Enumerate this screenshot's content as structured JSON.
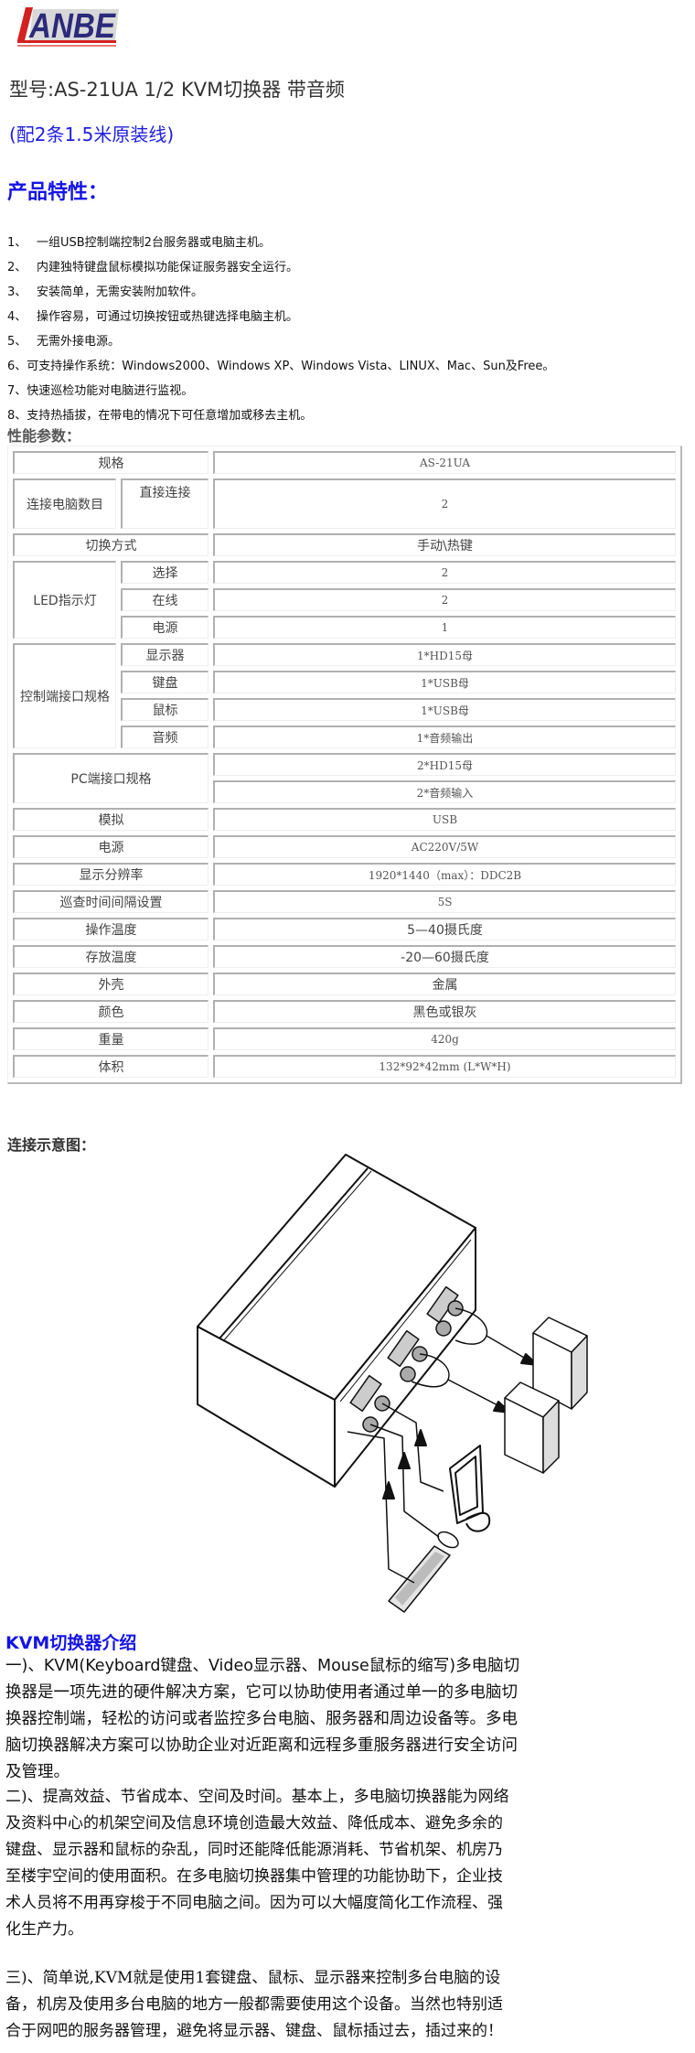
{
  "brand": {
    "logo_text": "ANBE",
    "logo_letter_l": "L",
    "colors": {
      "navy": "#2b2a7a",
      "red": "#d42020",
      "shadow": "#c8c8c8"
    }
  },
  "title": "型号:AS-21UA  1/2 KVM切换器 带音频",
  "subtitle": "(配2条1.5米原装线)",
  "features": {
    "heading": "产品特性：",
    "items": [
      {
        "num": "1、",
        "text": "一组USB控制端控制2台服务器或电脑主机。"
      },
      {
        "num": "2、",
        "text": "内建独特键盘鼠标模拟功能保证服务器安全运行。"
      },
      {
        "num": "3、",
        "text": "安装简单，无需安装附加软件。"
      },
      {
        "num": "4、",
        "text": "操作容易，可通过切换按钮或热键选择电脑主机。"
      },
      {
        "num": "5、",
        "text": "无需外接电源。"
      },
      {
        "num": "6、",
        "text": "可支持操作系统：Windows2000、Windows XP、Windows Vista、LINUX、Mac、Sun及Free。"
      },
      {
        "num": "7、",
        "text": "快速巡检功能对电脑进行监视。"
      },
      {
        "num": "8、",
        "text": "支持热插拔，在带电的情况下可任意增加或移去主机。"
      }
    ]
  },
  "params": {
    "heading": "性能参数：",
    "rows": {
      "model": {
        "label": "规格",
        "value": "AS-21UA"
      },
      "computers": {
        "label": "连接电脑数目",
        "sub": "直接连接",
        "value": "2"
      },
      "switch": {
        "label": "切换方式",
        "value": "手动\\热键"
      },
      "led": {
        "label": "LED指示灯",
        "items": [
          {
            "sub": "选择",
            "value": "2"
          },
          {
            "sub": "在线",
            "value": "2"
          },
          {
            "sub": "电源",
            "value": "1"
          }
        ]
      },
      "console": {
        "label": "控制端接口规格",
        "items": [
          {
            "sub": "显示器",
            "value": "1*HD15母"
          },
          {
            "sub": "键盘",
            "value": "1*USB母"
          },
          {
            "sub": "鼠标",
            "value": "1*USB母"
          },
          {
            "sub": "音频",
            "value": "1*音频输出"
          }
        ]
      },
      "pc": {
        "label": "PC端接口规格",
        "values": [
          "2*HD15母",
          "2*音频输入"
        ]
      },
      "emulation": {
        "label": "模拟",
        "value": "USB"
      },
      "power": {
        "label": "电源",
        "value": "AC220V/5W"
      },
      "resolution": {
        "label": "显示分辨率",
        "value": "1920*1440（max）：DDC2B"
      },
      "scan": {
        "label": "巡查时间间隔设置",
        "value": "5S"
      },
      "op_temp": {
        "label": "操作温度",
        "value": "5—40摄氏度"
      },
      "storage_temp": {
        "label": "存放温度",
        "value": "-20—60摄氏度"
      },
      "housing": {
        "label": "外壳",
        "value": "金属"
      },
      "color": {
        "label": "颜色",
        "value": "黑色或银灰"
      },
      "weight": {
        "label": "重量",
        "value": "420g"
      },
      "size": {
        "label": "体积",
        "value": "132*92*42mm (L*W*H)"
      }
    }
  },
  "diagram": {
    "heading": "连接示意图：",
    "icons": [
      "kvm-switch-box-icon",
      "computer-tower-icon",
      "computer-tower-icon",
      "speaker-icon",
      "mouse-icon",
      "keyboard-icon"
    ]
  },
  "intro": {
    "heading": "KVM切换器介绍",
    "para1": [
      "一)、KVM(Keyboard键盘、Video显示器、Mouse鼠标的缩写)多电脑切",
      "换器是一项先进的硬件解决方案，它可以协助使用者通过单一的多电脑切",
      "换器控制端，轻松的访问或者监控多台电脑、服务器和周边设备等。多电",
      "脑切换器解决方案可以协助企业对近距离和远程多重服务器进行安全访问",
      "及管理。"
    ],
    "para2": [
      "二)、提高效益、节省成本、空间及时间。基本上，多电脑切换器能为网络",
      "及资料中心的机架空间及信息环境创造最大效益、降低成本、避免多余的",
      "键盘、显示器和鼠标的杂乱，同时还能降低能源消耗、节省机架、机房乃",
      "至楼宇空间的使用面积。在多电脑切换器集中管理的功能协助下，企业技",
      "术人员将不用再穿梭于不同电脑之间。因为可以大幅度简化工作流程、强",
      "化生产力。"
    ],
    "para3": [
      "三)、简单说,KVM就是使用1套键盘、鼠标、显示器来控制多台电脑的设",
      "备，机房及使用多台电脑的地方一般都需要使用这个设备。当然也特别适",
      "合于网吧的服务器管理，避免将显示器、键盘、鼠标插过去，插过来的！"
    ]
  },
  "colors": {
    "accent_blue": "#1414e6",
    "subtitle_blue": "#1f1fe0",
    "text": "#111111",
    "table_border": "#b0b0b0"
  }
}
